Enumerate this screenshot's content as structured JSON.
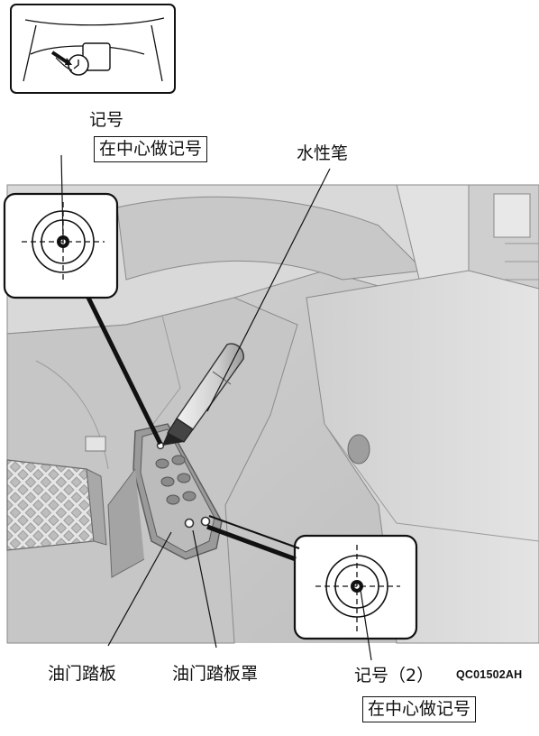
{
  "labels": {
    "mark_top": "记号",
    "mark_center_top": "在中心做记号",
    "water_pen": "水性笔",
    "accelerator_pedal": "油门踏板",
    "pedal_cover": "油门踏板罩",
    "mark_2": "记号（2）",
    "mark_center_bottom": "在中心做记号"
  },
  "figure_code": "QC01502AH"
}
